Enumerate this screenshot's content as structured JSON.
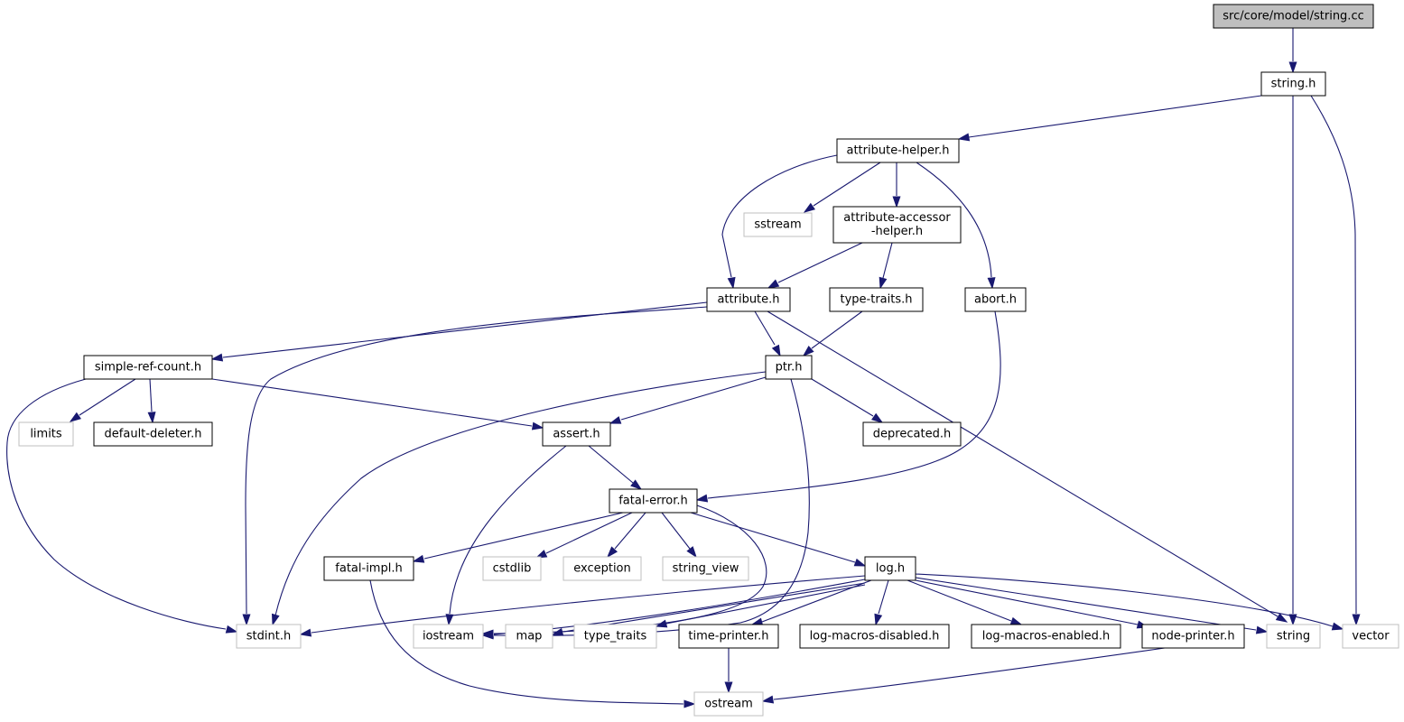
{
  "graph": {
    "edge_color": "#191970",
    "root_fill": "#bfbfbf",
    "external_border": "#bfbfbf",
    "nodes": [
      {
        "id": "n0",
        "lines": [
          "src/core/model/string.cc"
        ],
        "kind": "root"
      },
      {
        "id": "n1",
        "lines": [
          "string.h"
        ],
        "kind": "doc"
      },
      {
        "id": "n2",
        "lines": [
          "attribute-helper.h"
        ],
        "kind": "doc"
      },
      {
        "id": "n3",
        "lines": [
          "sstream"
        ],
        "kind": "sys"
      },
      {
        "id": "n4",
        "lines": [
          "attribute-accessor",
          "-helper.h"
        ],
        "kind": "doc"
      },
      {
        "id": "n5",
        "lines": [
          "attribute.h"
        ],
        "kind": "doc"
      },
      {
        "id": "n6",
        "lines": [
          "type-traits.h"
        ],
        "kind": "doc"
      },
      {
        "id": "n7",
        "lines": [
          "abort.h"
        ],
        "kind": "doc"
      },
      {
        "id": "n8",
        "lines": [
          "simple-ref-count.h"
        ],
        "kind": "doc"
      },
      {
        "id": "n9",
        "lines": [
          "ptr.h"
        ],
        "kind": "doc"
      },
      {
        "id": "n10",
        "lines": [
          "limits"
        ],
        "kind": "sys"
      },
      {
        "id": "n11",
        "lines": [
          "default-deleter.h"
        ],
        "kind": "doc"
      },
      {
        "id": "n12",
        "lines": [
          "assert.h"
        ],
        "kind": "doc"
      },
      {
        "id": "n13",
        "lines": [
          "deprecated.h"
        ],
        "kind": "doc"
      },
      {
        "id": "n14",
        "lines": [
          "fatal-error.h"
        ],
        "kind": "doc"
      },
      {
        "id": "n15",
        "lines": [
          "fatal-impl.h"
        ],
        "kind": "doc"
      },
      {
        "id": "n16",
        "lines": [
          "cstdlib"
        ],
        "kind": "sys"
      },
      {
        "id": "n17",
        "lines": [
          "exception"
        ],
        "kind": "sys"
      },
      {
        "id": "n18",
        "lines": [
          "string_view"
        ],
        "kind": "sys"
      },
      {
        "id": "n19",
        "lines": [
          "log.h"
        ],
        "kind": "doc"
      },
      {
        "id": "n20",
        "lines": [
          "stdint.h"
        ],
        "kind": "sys"
      },
      {
        "id": "n21",
        "lines": [
          "iostream"
        ],
        "kind": "sys"
      },
      {
        "id": "n22",
        "lines": [
          "map"
        ],
        "kind": "sys"
      },
      {
        "id": "n23",
        "lines": [
          "type_traits"
        ],
        "kind": "sys"
      },
      {
        "id": "n24",
        "lines": [
          "time-printer.h"
        ],
        "kind": "doc"
      },
      {
        "id": "n25",
        "lines": [
          "log-macros-disabled.h"
        ],
        "kind": "doc"
      },
      {
        "id": "n26",
        "lines": [
          "log-macros-enabled.h"
        ],
        "kind": "doc"
      },
      {
        "id": "n27",
        "lines": [
          "node-printer.h"
        ],
        "kind": "doc"
      },
      {
        "id": "n28",
        "lines": [
          "string"
        ],
        "kind": "sys"
      },
      {
        "id": "n29",
        "lines": [
          "vector"
        ],
        "kind": "sys"
      },
      {
        "id": "n30",
        "lines": [
          "ostream"
        ],
        "kind": "sys"
      }
    ],
    "edges": [
      [
        "n0",
        "n1"
      ],
      [
        "n1",
        "n2"
      ],
      [
        "n1",
        "n28"
      ],
      [
        "n1",
        "n29"
      ],
      [
        "n2",
        "n3"
      ],
      [
        "n2",
        "n4"
      ],
      [
        "n2",
        "n5"
      ],
      [
        "n2",
        "n7"
      ],
      [
        "n4",
        "n5"
      ],
      [
        "n4",
        "n6"
      ],
      [
        "n5",
        "n8"
      ],
      [
        "n5",
        "n9"
      ],
      [
        "n5",
        "n20"
      ],
      [
        "n5",
        "n28"
      ],
      [
        "n6",
        "n9"
      ],
      [
        "n7",
        "n14"
      ],
      [
        "n8",
        "n10"
      ],
      [
        "n8",
        "n11"
      ],
      [
        "n8",
        "n12"
      ],
      [
        "n8",
        "n20"
      ],
      [
        "n9",
        "n12"
      ],
      [
        "n9",
        "n13"
      ],
      [
        "n9",
        "n20"
      ],
      [
        "n9",
        "n21"
      ],
      [
        "n12",
        "n14"
      ],
      [
        "n12",
        "n21"
      ],
      [
        "n14",
        "n15"
      ],
      [
        "n14",
        "n16"
      ],
      [
        "n14",
        "n17"
      ],
      [
        "n14",
        "n18"
      ],
      [
        "n14",
        "n19"
      ],
      [
        "n14",
        "n21"
      ],
      [
        "n15",
        "n30"
      ],
      [
        "n19",
        "n20"
      ],
      [
        "n19",
        "n21"
      ],
      [
        "n19",
        "n22"
      ],
      [
        "n19",
        "n23"
      ],
      [
        "n19",
        "n24"
      ],
      [
        "n19",
        "n25"
      ],
      [
        "n19",
        "n26"
      ],
      [
        "n19",
        "n27"
      ],
      [
        "n19",
        "n28"
      ],
      [
        "n19",
        "n29"
      ],
      [
        "n24",
        "n30"
      ],
      [
        "n27",
        "n30"
      ]
    ]
  }
}
